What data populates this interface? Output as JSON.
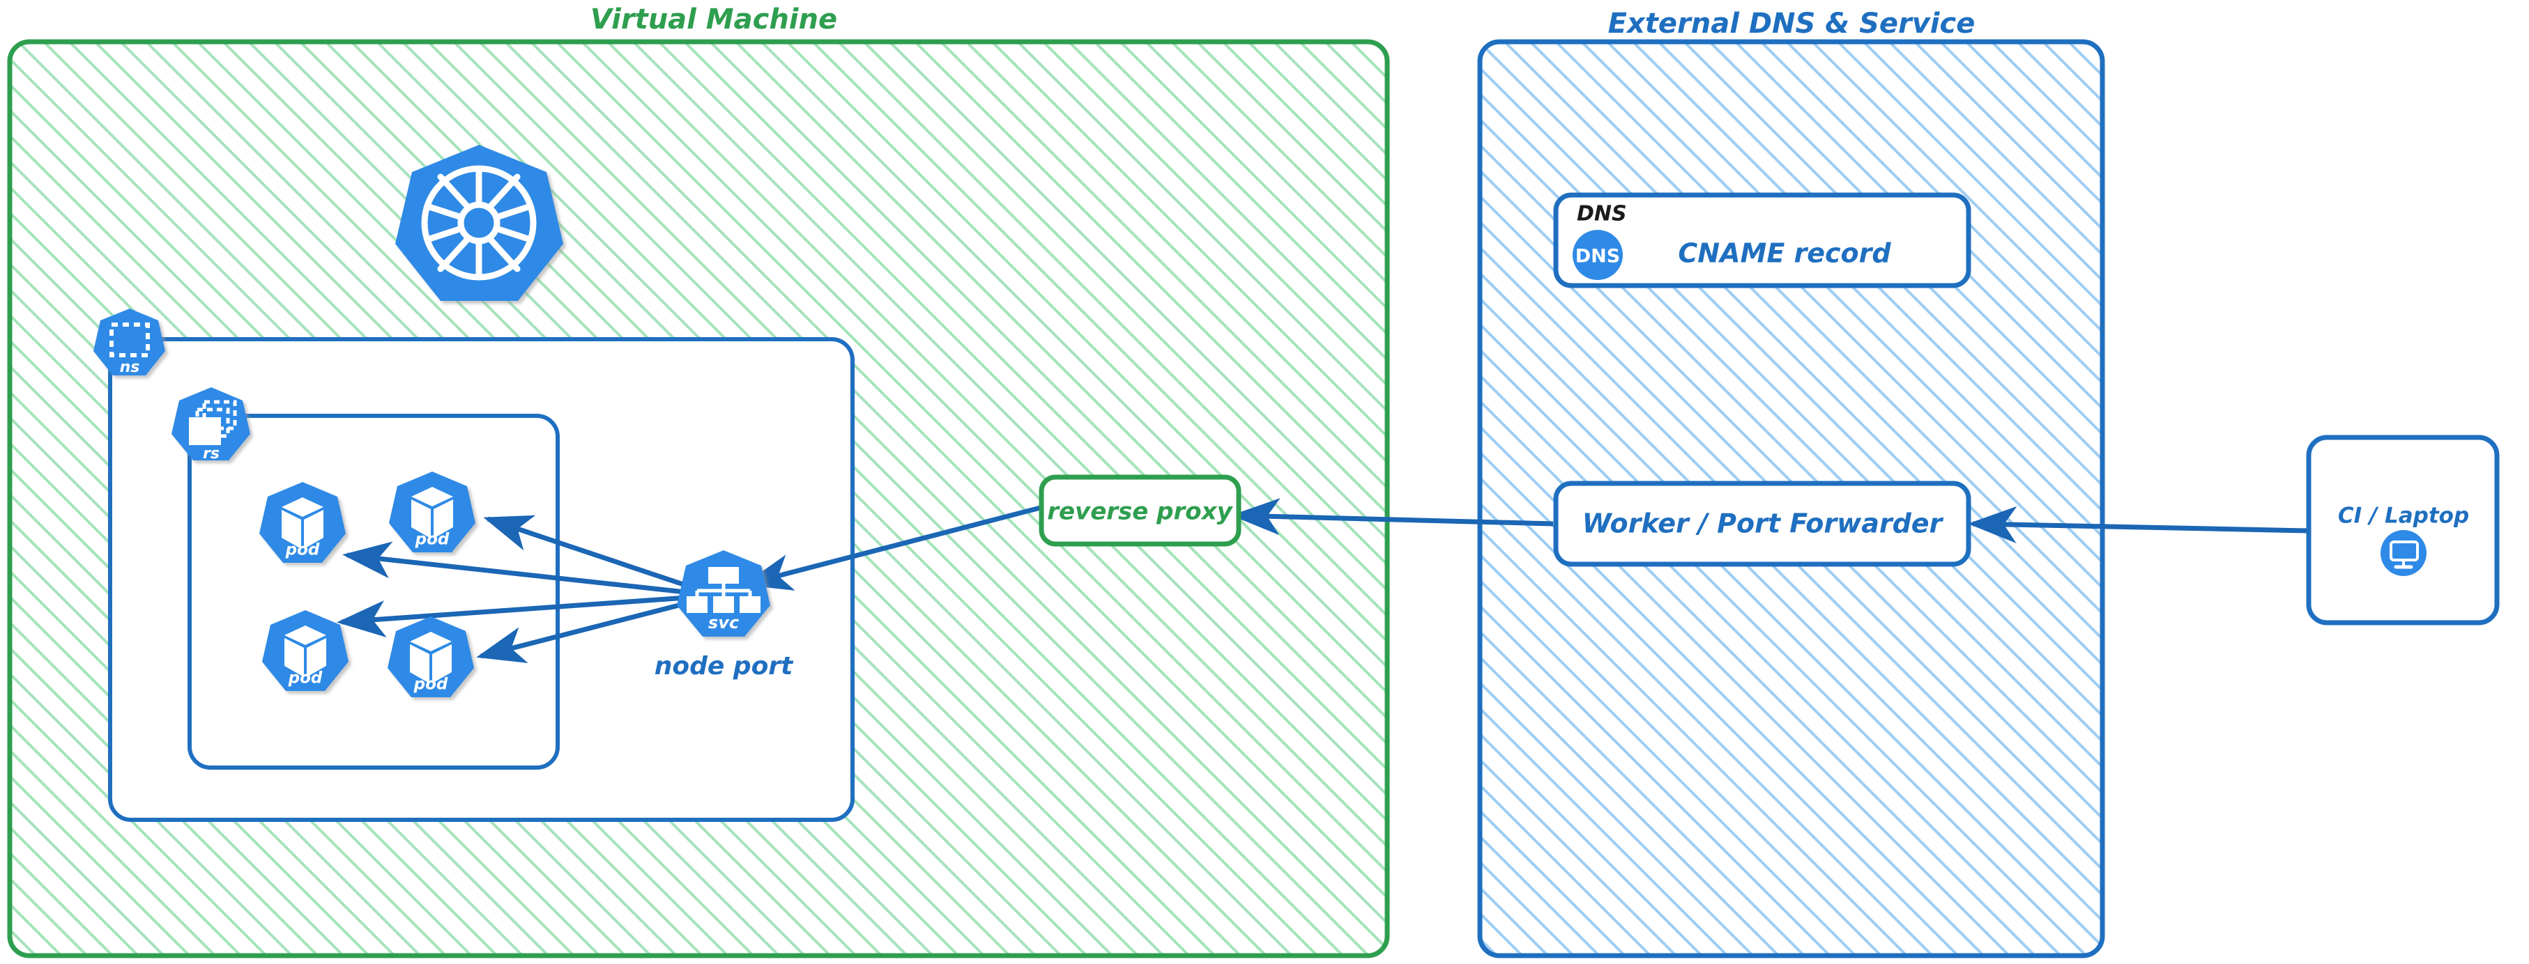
{
  "diagram": {
    "title_green": "Virtual Machine",
    "title_blue": "External DNS & Service",
    "colors": {
      "green_border": "#2e9e4f",
      "green_hatch": "#a6e3bb",
      "green_text": "#2e9e4f",
      "blue_border": "#1f6fc0",
      "blue_hatch": "#9fcdf2",
      "blue_text": "#1f6fc0",
      "k8s_blue": "#2e8ae6",
      "icon_white": "#ffffff",
      "arrow_blue": "#1b66b5",
      "black_text": "#1b1b1b"
    }
  },
  "vm_panel": {
    "label": "Virtual Machine",
    "k8s_logo_name": "kubernetes-logo",
    "namespace": {
      "badge_label": "ns",
      "badge_icon": "namespace-icon"
    },
    "replicaset": {
      "badge_label": "rs",
      "badge_icon": "replicaset-icon"
    },
    "pods": [
      {
        "label": "pod",
        "icon": "pod-cube-icon"
      },
      {
        "label": "pod",
        "icon": "pod-cube-icon"
      },
      {
        "label": "pod",
        "icon": "pod-cube-icon"
      },
      {
        "label": "pod",
        "icon": "pod-cube-icon"
      }
    ],
    "service": {
      "badge_label": "svc",
      "badge_icon": "service-tree-icon",
      "caption": "node port"
    },
    "reverse_proxy": {
      "label": "reverse proxy"
    }
  },
  "external_panel": {
    "label": "External DNS & Service",
    "dns_card": {
      "header": "DNS",
      "badge_label": "DNS",
      "record": "CNAME record"
    },
    "worker_card": {
      "label": "Worker / Port Forwarder"
    }
  },
  "client": {
    "label": "CI / Laptop",
    "icon": "desktop-monitor-icon"
  },
  "connections": [
    {
      "name": "svc-to-pod-1",
      "from": "service",
      "to": "pod-1",
      "direction": "left"
    },
    {
      "name": "svc-to-pod-2",
      "from": "service",
      "to": "pod-2",
      "direction": "left"
    },
    {
      "name": "svc-to-pod-3",
      "from": "service",
      "to": "pod-3",
      "direction": "left"
    },
    {
      "name": "svc-to-pod-4",
      "from": "service",
      "to": "pod-4",
      "direction": "left"
    },
    {
      "name": "reverse-proxy-to-svc",
      "from": "reverse-proxy",
      "to": "service",
      "direction": "left"
    },
    {
      "name": "worker-to-reverse-proxy",
      "from": "worker",
      "to": "reverse-proxy",
      "direction": "left"
    },
    {
      "name": "client-to-worker",
      "from": "ci-laptop",
      "to": "worker",
      "direction": "left"
    }
  ]
}
